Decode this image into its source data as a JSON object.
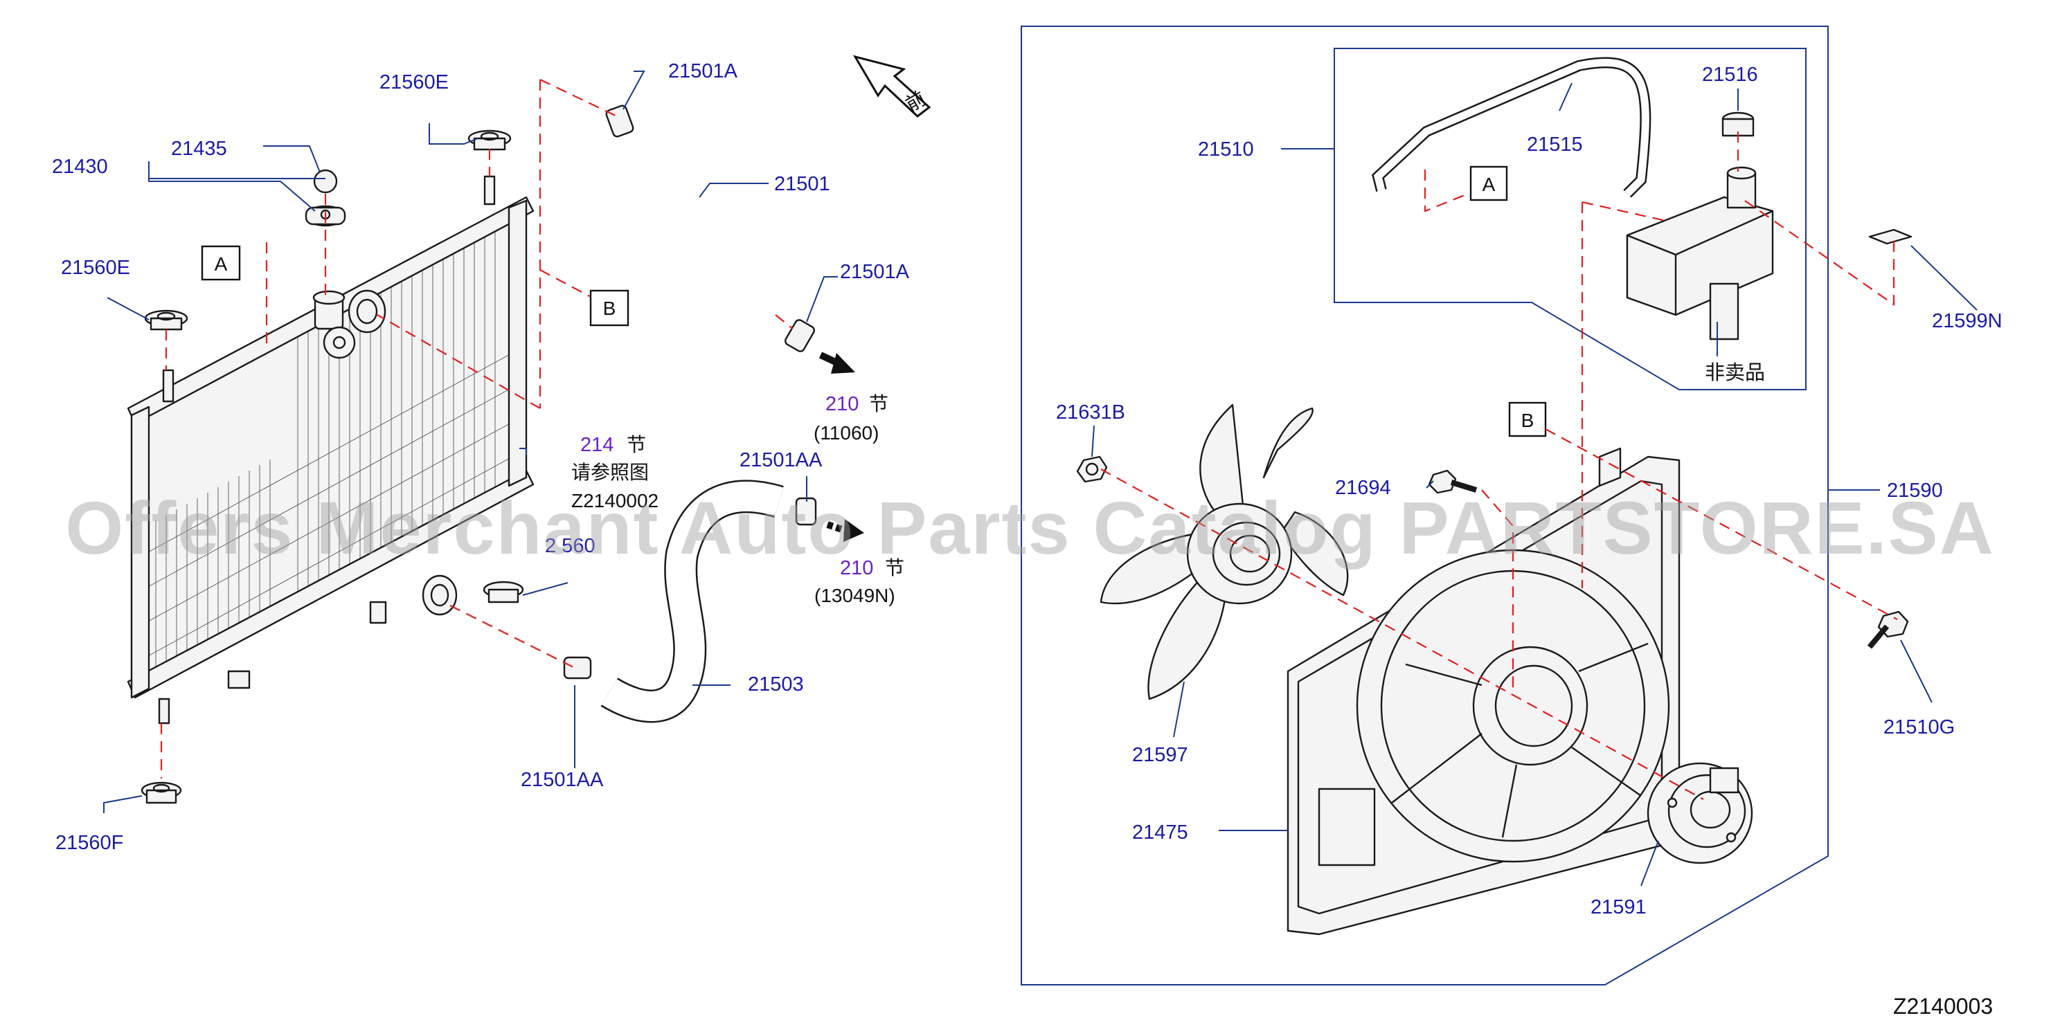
{
  "diagram": {
    "code": "Z2140003",
    "watermark": "Offers Merchant Auto Parts Catalog PARTSTORE.SA",
    "front_label": "前",
    "not_sold_label": "非卖品",
    "box_letters": {
      "a": "A",
      "b": "B"
    },
    "parts": {
      "p21430": "21430",
      "p21435": "21435",
      "p21560E_top": "21560E",
      "p21560E_left": "21560E",
      "p21560F": "21560F",
      "p21501A_top": "21501A",
      "p21501": "21501",
      "p21501A_lower": "21501A",
      "p21501AA_top": "21501AA",
      "p21501AA_bottom": "21501AA",
      "p21503": "21503",
      "p21560_mid": "2 560",
      "p21510": "21510",
      "p21515": "21515",
      "p21516": "21516",
      "p21599N": "21599N",
      "p21590": "21590",
      "p21631B": "21631B",
      "p21694": "21694",
      "p21510G": "21510G",
      "p21597": "21597",
      "p21475": "21475",
      "p21591": "21591"
    },
    "section_refs": {
      "ref210_a_num": "210",
      "ref210_a_char": "节",
      "ref210_a_code": "(11060)",
      "ref210_b_num": "210",
      "ref210_b_char": "节",
      "ref210_b_code": "(13049N)",
      "ref214_num": "214",
      "ref214_char": "节",
      "ref214_note": "请参照图",
      "ref214_code": "Z2140002"
    },
    "colors": {
      "callout": "#1a1aa8",
      "section_number": "#6a22c8",
      "assembly_line": "#e02020",
      "frame": "#1a3a8c"
    }
  }
}
